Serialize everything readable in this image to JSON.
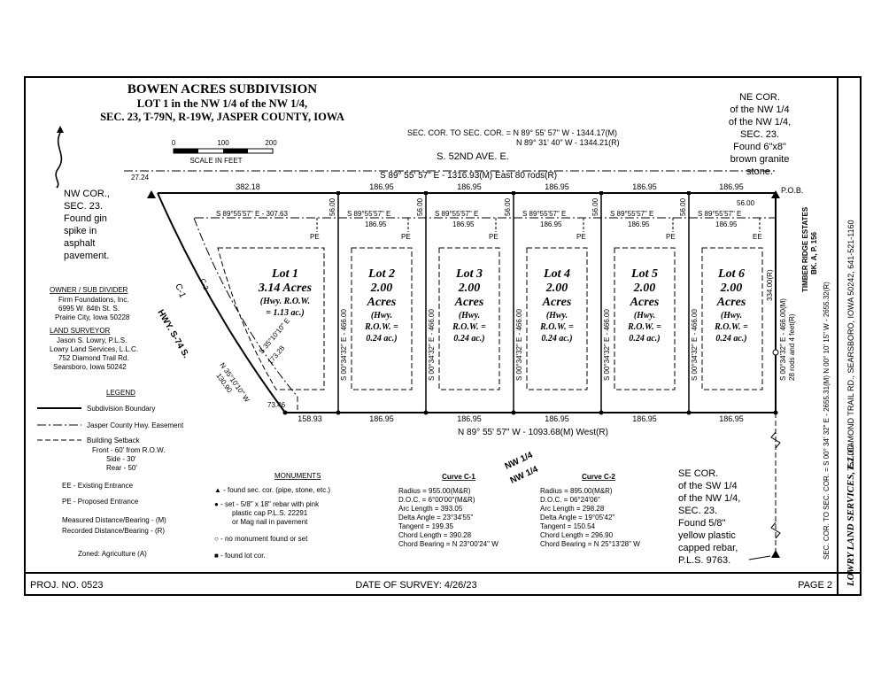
{
  "title": {
    "name": "BOWEN ACRES SUBDIVISION",
    "line2": "LOT 1 in the NW 1/4 of the NW 1/4,",
    "line3": "SEC. 23, T-79N, R-19W, JASPER COUNTY, IOWA"
  },
  "scale": {
    "ticks": [
      "0",
      "100",
      "200"
    ],
    "label": "SCALE IN FEET"
  },
  "sec_cor_note": {
    "line1": "SEC. COR. TO SEC. COR. = N 89° 55' 57\" W - 1344.17(M)",
    "line2": "N 89° 31' 40\" W - 1344.21(R)"
  },
  "road_name": "S. 52ND AVE. E.",
  "north_bearing": "S 89° 55' 57\" E - 1316.93(M) East 80 rods(R)",
  "top_distances": [
    "27.24",
    "382.18",
    "186.95",
    "186.95",
    "186.95",
    "186.95",
    "186.95"
  ],
  "pob": "P.O.B.",
  "row_east": "56.00",
  "ne_corner": [
    "NE COR.",
    "of the NW 1/4",
    "of the NW 1/4,",
    "SEC. 23.",
    "Found 6\"x8\"",
    "brown granite",
    "stone."
  ],
  "nw_corner": [
    "NW COR.,",
    "SEC. 23.",
    "Found gin",
    "spike in",
    "asphalt",
    "pavement."
  ],
  "setback_lines": [
    "S 89°55'57\" E - 307.63",
    "S 89°55'57\" E",
    "S 89°55'57\" E",
    "S 89°55'57\" E",
    "S 89°55'57\" E",
    "S 89°55'57\" E"
  ],
  "setback_distances": [
    "186.95",
    "186.95",
    "186.95",
    "186.95",
    "186.95"
  ],
  "setback_56": [
    "56.00",
    "56.00",
    "56.00",
    "56.00",
    "56.00"
  ],
  "entrances": [
    "PE",
    "PE",
    "PE",
    "PE",
    "PE",
    "EE"
  ],
  "lots": [
    {
      "name": "Lot 1",
      "area": "3.14 Acres",
      "note1": "(Hwy. R.O.W.",
      "note2": "= 1.13 ac.)"
    },
    {
      "name": "Lot 2",
      "area": "2.00",
      "area2": "Acres",
      "note1": "(Hwy.",
      "note2": "R.O.W. =",
      "note3": "0.24 ac.)"
    },
    {
      "name": "Lot 3",
      "area": "2.00",
      "area2": "Acres",
      "note1": "(Hwy.",
      "note2": "R.O.W. =",
      "note3": "0.24 ac.)"
    },
    {
      "name": "Lot 4",
      "area": "2.00",
      "area2": "Acres",
      "note1": "(Hwy.",
      "note2": "R.O.W. =",
      "note3": "0.24 ac.)"
    },
    {
      "name": "Lot 5",
      "area": "2.00",
      "area2": "Acres",
      "note1": "(Hwy.",
      "note2": "R.O.W. =",
      "note3": "0.24 ac.)"
    },
    {
      "name": "Lot 6",
      "area": "2.00",
      "area2": "Acres",
      "note1": "(Hwy.",
      "note2": "R.O.W. =",
      "note3": "0.24 ac.)"
    }
  ],
  "lot_line_bearing": "S 00°34'32\" E - 466.00",
  "east_line": {
    "bearing": "S 00°34'32\" E - 466.00(M)",
    "rods": "28 rods and 4 feet(R)",
    "dist": "334.00(R)"
  },
  "timber_ridge": [
    "TIMBER RIDGE ESTATES",
    "BK. A, P. 156"
  ],
  "bottom_distances": [
    "73.46",
    "158.93",
    "186.95",
    "186.95",
    "186.95",
    "186.95",
    "186.95"
  ],
  "south_bearing": "N 89° 55' 57\" W - 1093.68(M) West(R)",
  "nw14": [
    "NW 1/4",
    "NW 1/4"
  ],
  "curve_labels": {
    "c1": "C-1",
    "c2": "C-2",
    "hwy": "HWY. S-74 S."
  },
  "curve_bearings": {
    "inner": "S 35°10'10\" E",
    "inner_dist": "173.28",
    "outer": "N 35°10'10\" W",
    "outer_dist": "130.90"
  },
  "owner": {
    "heading": "OWNER / SUB DIVIDER",
    "lines": [
      "Firm Foundations, Inc.",
      "6995 W. 84th St. S.",
      "Prairie City, Iowa 50228"
    ]
  },
  "surveyor": {
    "heading": "LAND SURVEYOR",
    "lines": [
      "Jason S. Lowry, P.L.S.",
      "Lowry Land Services, L.L.C.",
      "752 Diamond Trail Rd.",
      "Searsboro, Iowa 50242"
    ]
  },
  "legend": {
    "heading": "LEGEND",
    "items": [
      "Subdivision Boundary",
      "Jasper County Hwy. Easement",
      "Building Setback"
    ],
    "setbacks": [
      "Front - 60' from R.O.W.",
      "Side - 30'",
      "Rear - 50'"
    ],
    "codes": [
      "EE - Existing Entrance",
      "PE - Proposed Entrance",
      "Measured Distance/Bearing - (M)",
      "Recorded Distance/Bearing - (R)"
    ],
    "zoned": "Zoned: Agriculture (A)"
  },
  "monuments": {
    "heading": "MONUMENTS",
    "items": [
      [
        "▲ - found sec. cor. (pipe, stone, etc.)"
      ],
      [
        "● - set - 5/8\" x 18\" rebar with pink",
        "plastic cap P.L.S. 22291",
        "or Mag nail in pavement"
      ],
      [
        "○ - no monument found or set"
      ],
      [
        "■ - found lot cor."
      ]
    ]
  },
  "curve_c1": {
    "heading": "Curve C-1",
    "lines": [
      "Radius = 955.00(M&R)",
      "D.O.C. = 6°00'00\"(M&R)",
      "Arc Length = 393.05",
      "Delta Angle = 23°34'55\"",
      "Tangent = 199.35",
      "Chord Length = 390.28",
      "Chord Bearing = N 23°00'24\" W"
    ]
  },
  "curve_c2": {
    "heading": "Curve C-2",
    "lines": [
      "Radius = 895.00(M&R)",
      "D.O.C. = 06°24'06\"",
      "Arc Length = 298.28",
      "Delta Angle = 19°05'42\"",
      "Tangent = 150.54",
      "Chord Length = 296.90",
      "Chord Bearing = N 25°13'28\" W"
    ]
  },
  "se_corner": [
    "SE COR.",
    "of the SW 1/4",
    "of the NW 1/4,",
    "SEC. 23.",
    "Found 5/8\"",
    "yellow plastic",
    "capped rebar,",
    "P.L.S. 9763."
  ],
  "side_strip": {
    "sec_cor": "SEC. COR. TO SEC. COR. = S 00° 34' 32\" E - 2655.31(M) N 00° 10' 15\" W - 2655.32(R)",
    "address": "752 DIAMOND TRAIL RD., SEARSBORO, IOWA 50242, 641-521-1160",
    "firm": "LOWRY LAND SERVICES, L.L.C."
  },
  "footer": {
    "proj": "PROJ. NO. 0523",
    "date": "DATE OF SURVEY: 4/26/23",
    "page": "PAGE 2"
  }
}
